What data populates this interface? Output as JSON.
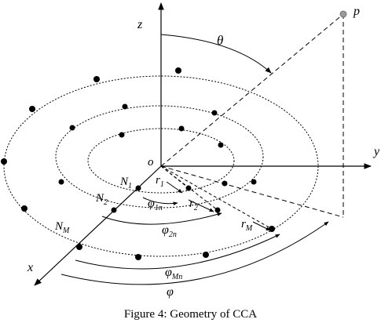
{
  "caption": "Figure 4: Geometry of CCA",
  "labels": {
    "p": "p",
    "z": "z",
    "y": "y",
    "x": "x",
    "o": "o",
    "theta": "θ",
    "n1": "N",
    "n1_sub": "1",
    "n2": "N",
    "n2_sub": "2",
    "nm": "N",
    "nm_sub": "M",
    "r1": "r",
    "r1_sub": "1",
    "r2": "r",
    "r2_sub": "2",
    "rm": "r",
    "rm_sub": "M",
    "phi1n": "φ",
    "phi1n_sub": "1n",
    "phi2n": "φ",
    "phi2n_sub": "2n",
    "phimn": "φ",
    "phimn_sub": "Mn",
    "phi": "φ"
  }
}
